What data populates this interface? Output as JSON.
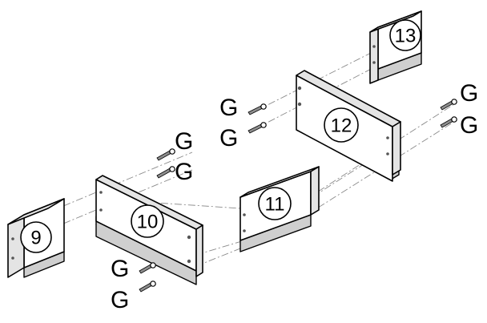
{
  "parts": {
    "p9": "9",
    "p10": "10",
    "p11": "11",
    "p12": "12",
    "p13": "13"
  },
  "fasteners": {
    "g1": "G",
    "g2": "G",
    "g3": "G",
    "g4": "G",
    "g5": "G",
    "g6": "G",
    "g7": "G",
    "g8": "G"
  },
  "colors": {
    "line": "#000000",
    "guide": "#8a8a8a",
    "side_shade": "#e4e4e4"
  }
}
